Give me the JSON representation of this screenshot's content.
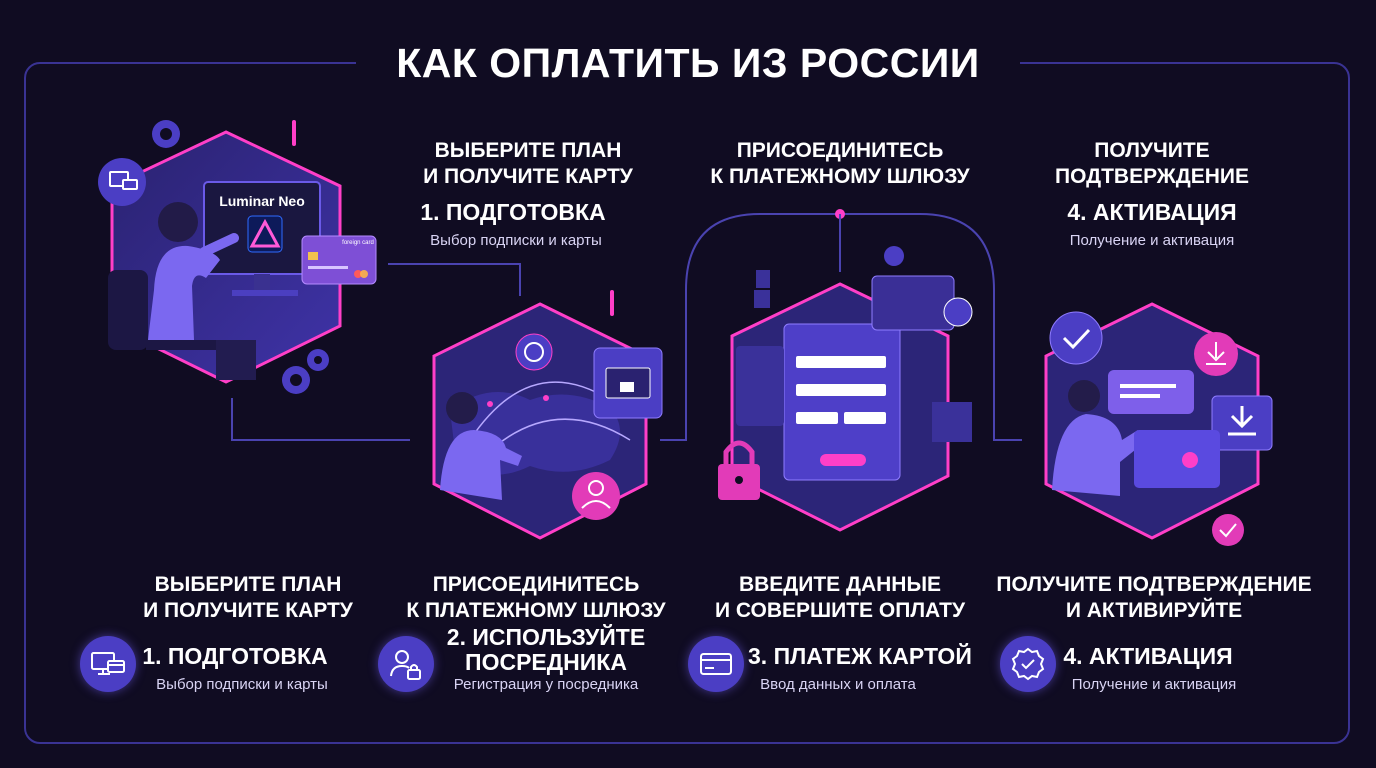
{
  "title": "КАК ОПЛАТИТЬ ИЗ РОССИИ",
  "top": {
    "col1": {
      "heading1": "ВЫБЕРИТЕ ПЛАН",
      "heading2": "И ПОЛУЧИТЕ КАРТУ",
      "step": "1. ПОДГОТОВКА",
      "sub": "Выбор подписки и карты"
    },
    "col2": {
      "heading1": "ПРИСОЕДИНИТЕСЬ",
      "heading2": "К ПЛАТЕЖНОМУ ШЛЮЗУ"
    },
    "col3": {
      "heading1": "ПОЛУЧИТЕ",
      "heading2": "ПОДТВЕРЖДЕНИЕ",
      "step": "4. АКТИВАЦИЯ",
      "sub": "Получение и активация"
    }
  },
  "illustration": {
    "screen_label": "Luminar Neo",
    "card_label": "foreign card"
  },
  "steps": [
    {
      "heading1": "ВЫБЕРИТЕ ПЛАН",
      "heading2": "И ПОЛУЧИТЕ КАРТУ",
      "title": "1. ПОДГОТОВКА",
      "sub": "Выбор подписки и карты",
      "icon": "monitor-card-icon"
    },
    {
      "heading1": "ПРИСОЕДИНИТЕСЬ",
      "heading2": "К ПЛАТЕЖНОМУ ШЛЮЗУ",
      "title1": "2. ИСПОЛЬЗУЙТЕ",
      "title2": "ПОСРЕДНИКА",
      "sub": "Регистрация у посредника",
      "icon": "user-lock-icon"
    },
    {
      "heading1": "ВВЕДИТЕ ДАННЫЕ",
      "heading2": "И СОВЕРШИТЕ ОПЛАТУ",
      "title": "3. ПЛАТЕЖ КАРТОЙ",
      "sub": "Ввод данных и оплата",
      "icon": "credit-card-icon"
    },
    {
      "heading1": "ПОЛУЧИТЕ ПОДТВЕРЖДЕНИЕ",
      "heading2": "И АКТИВИРУЙТЕ",
      "title": "4. АКТИВАЦИЯ",
      "sub": "Получение и активация",
      "icon": "verified-badge-icon"
    }
  ],
  "colors": {
    "background": "#100c22",
    "accent_pink": "#ff3fc8",
    "accent_purple": "#5a4ae0",
    "frame": "#3a3394"
  }
}
